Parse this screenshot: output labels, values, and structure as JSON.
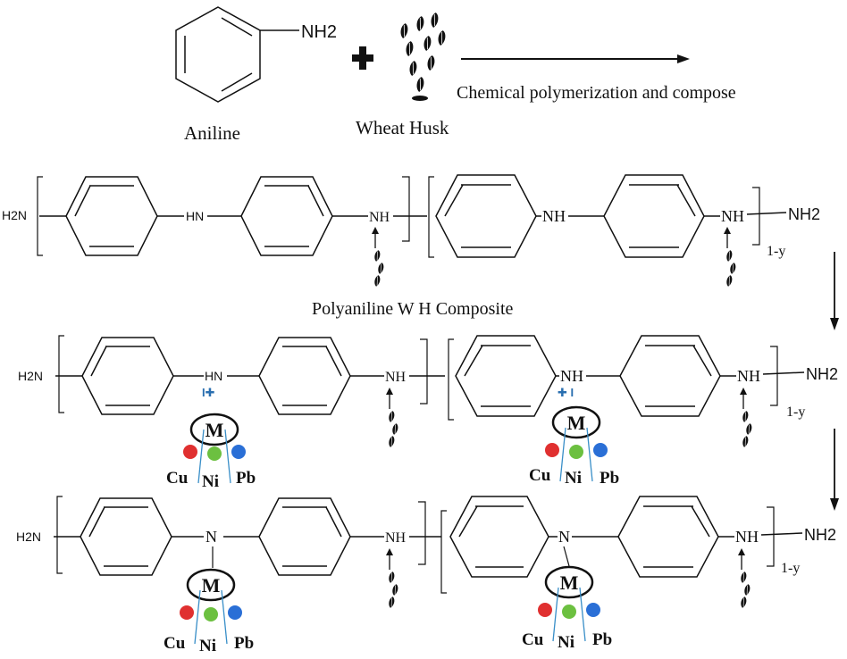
{
  "reaction": {
    "aniline_label": "Aniline",
    "nh2": "NH2",
    "wheat_husk_label": "Wheat Husk",
    "arrow_caption": "Chemical polymerization and compose"
  },
  "structure1": {
    "h2n": "H2N",
    "hn": "HN",
    "nh_a": "NH",
    "nh_b": "NH",
    "nh_c": "NH",
    "nh2": "NH2",
    "subscript": "1-y",
    "caption": "Polyaniline W H Composite"
  },
  "structure2": {
    "h2n": "H2N",
    "hn": "HN",
    "nh_a": "NH",
    "nh_b": "NH",
    "nh_c": "NH",
    "nh2": "NH2",
    "subscript": "1-y",
    "charge_left": "I✚",
    "charge_right": "✚ I",
    "metal": "M",
    "ion_cu": "Cu",
    "ion_ni": "Ni",
    "ion_pb": "Pb"
  },
  "structure3": {
    "h2n": "H2N",
    "n_left": "N",
    "nh_a": "NH",
    "n_right": "N",
    "nh_c": "NH",
    "nh2": "NH2",
    "subscript": "1-y",
    "metal": "M",
    "ion_cu": "Cu",
    "ion_ni": "Ni",
    "ion_pb": "Pb"
  },
  "colors": {
    "cu_ball": "#e03030",
    "ni_ball": "#6cc040",
    "pb_ball": "#2a6fd6",
    "charge": "#2a6fb0",
    "connector": "#3a8fc8"
  }
}
